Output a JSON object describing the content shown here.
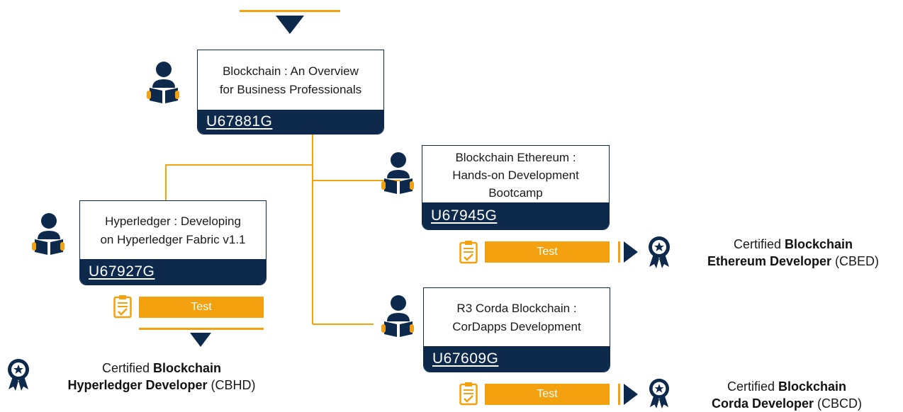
{
  "courses": [
    {
      "title_line1": "Blockchain : An Overview",
      "title_line2": "for Business Professionals",
      "code": "U67881G"
    },
    {
      "title_line1": "Blockchain Ethereum :",
      "title_line2": "Hands-on Development",
      "title_line3": "Bootcamp",
      "code": "U67945G"
    },
    {
      "title_line1": "Hyperledger : Developing",
      "title_line2": "on Hyperledger Fabric v1.1",
      "code": "U67927G"
    },
    {
      "title_line1": "R3 Corda Blockchain :",
      "title_line2": "CorDapps Development",
      "code": "U67609G"
    }
  ],
  "test_label": "Test",
  "certifications": {
    "ethereum": {
      "prefix": "Certified",
      "bold1": "Blockchain",
      "bold2": "Ethereum Developer",
      "suffix": "(CBED)"
    },
    "hyperledger": {
      "prefix": "Certified",
      "bold1": "Blockchain",
      "bold2": "Hyperledger Developer",
      "suffix": "(CBHD)"
    },
    "corda": {
      "prefix": "Certified",
      "bold1": "Blockchain",
      "bold2": "Corda Developer",
      "suffix": "(CBCD)"
    }
  },
  "colors": {
    "navy": "#0d2a4d",
    "orange": "#f3a10e"
  },
  "icons": [
    "reader-icon",
    "clipboard-check-icon",
    "award-badge-icon",
    "arrow-down-icon",
    "arrow-right-icon"
  ]
}
